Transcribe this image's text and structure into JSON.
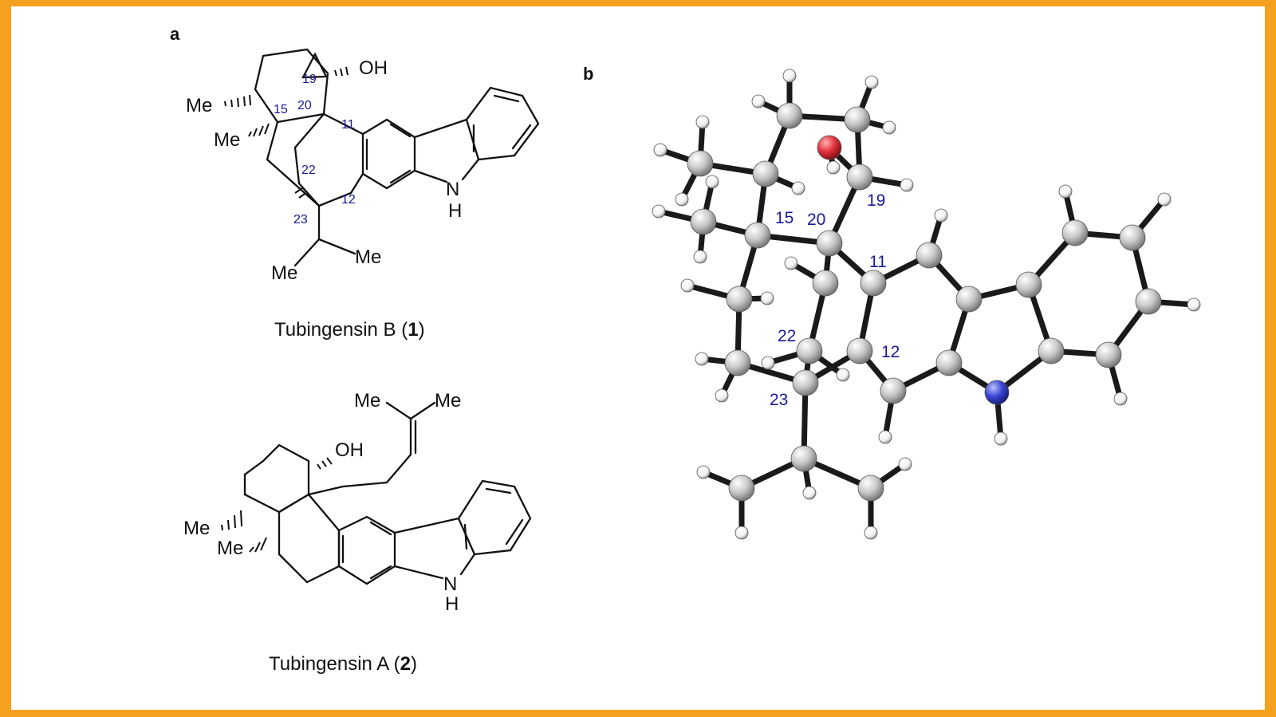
{
  "figure": {
    "panel_a_label": "a",
    "panel_b_label": "b",
    "compound_1": {
      "name": "Tubingensin B",
      "number": "1",
      "atom_labels": [
        "OH",
        "Me",
        "Me",
        "Me",
        "Me",
        "N",
        "H"
      ],
      "numbering": [
        "19",
        "15",
        "20",
        "11",
        "22",
        "12",
        "23"
      ]
    },
    "compound_2": {
      "name": "Tubingensin A",
      "number": "2",
      "atom_labels": [
        "Me",
        "Me",
        "OH",
        "Me",
        "Me",
        "N",
        "H"
      ]
    },
    "crystal_structure_numbering": [
      "19",
      "15",
      "20",
      "11",
      "22",
      "12",
      "23"
    ]
  },
  "colors": {
    "frame": "#f5a01e",
    "numbering": "#1a1a9a",
    "carbon": "#c8c8c8",
    "hydrogen": "#f4f4f4",
    "oxygen": "#e0323c",
    "nitrogen": "#3c46d2"
  }
}
